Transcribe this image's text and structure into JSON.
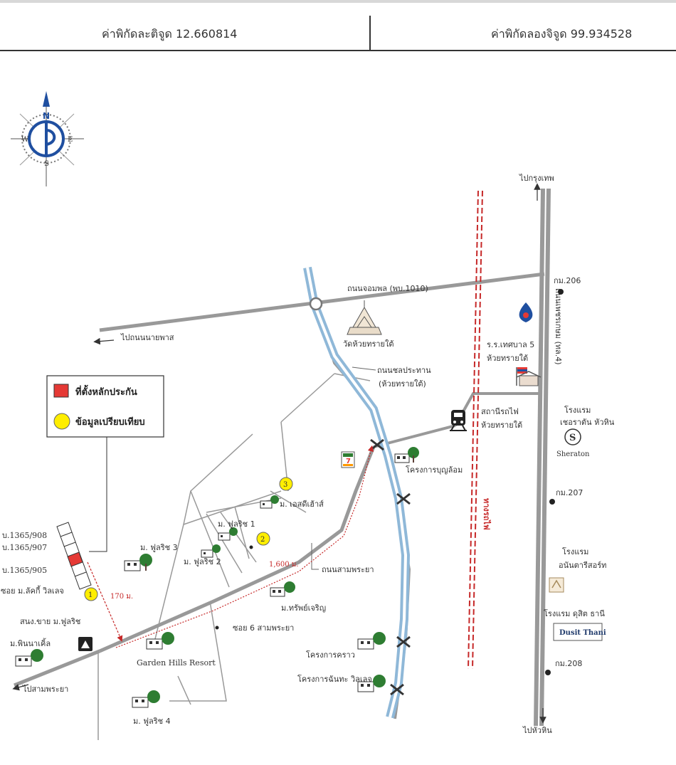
{
  "header": {
    "latitude": "ค่าพิกัดละติจูด 12.660814",
    "longitude": "ค่าพิกัดลองจิจูด 99.934528"
  },
  "compass": {
    "n": "N",
    "s": "S",
    "e": "E",
    "w": "W"
  },
  "legend": {
    "collateral": "ที่ตั้งหลักประกัน",
    "comparison": "ข้อมูลเปรียบเทียบ",
    "collateral_color": "#e53935",
    "comparison_color": "#ffee00"
  },
  "roads": {
    "to_bangkok": "ไปกรุงเทพ",
    "to_hua_hin": "ไปหัวหิน",
    "jompol": "ถนนจอมพล (พบ.1010)",
    "to_naiyapas": "ไปถนนนายพาส",
    "chonprathan": "ถนนชลประทาน",
    "chonprathan_sub": "(ห้วยทรายใต้)",
    "sampraya": "ถนนสามพระยา",
    "to_sampraya": "ไปสามพระยา",
    "soi6": "ซอย 6 สามพระยา",
    "soi_lucky": "ซอย ม.ลัคกี้ วิลเลจ",
    "highway4": "ถนนเพชรเกษม (ทล.4)",
    "railway": "ทางรถไฟ"
  },
  "km": {
    "k206": "กม.206",
    "k207": "กม.207",
    "k208": "กม.208"
  },
  "places": {
    "wat": "วัดห้วยทรายใต้",
    "school1": "ร.ร.เทศบาล 5",
    "school2": "ห้วยทรายใต้",
    "station1": "สถานีรถไฟ",
    "station2": "ห้วยทรายใต้",
    "sheraton1": "โรงแรม",
    "sheraton2": "เชอราตัน หัวหิน",
    "sheraton_logo": "Sheraton",
    "anantara1": "โรงแรม",
    "anantara2": "อนันตารีสอร์ท",
    "dusit1": "โรงแรม ดุสิต ธานี",
    "dusit_logo": "Dusit Thani",
    "boonlom": "โครงการบุญล้อม",
    "esd_house": "ม. เอสดีเฮ้าส์",
    "furich1": "ม. ฟูลริช 1",
    "furich2": "ม. ฟูลริช 2",
    "furich3": "ม. ฟูลริช 3",
    "furich4": "ม. ฟูลริช 4",
    "sapcharoen": "ม.ทรัพย์เจริญ",
    "garden_hills": "Garden Hills Resort",
    "khrao": "โครงการคราว",
    "chantha": "โครงการฉันทะ วิลเลจ",
    "pinnacle": "ม.พินนาเคิ้ล",
    "police": "สนง.ขาย ม.ฟูลริช",
    "seven": "7-ELEVEN"
  },
  "plots": {
    "p908": "บ.1365/908",
    "p907": "บ.1365/907",
    "p905": "บ.1365/905"
  },
  "distances": {
    "d1600": "1,600 ม.",
    "d170": "170 ม."
  },
  "markers": {
    "m1": "1",
    "m2": "2",
    "m3": "3"
  }
}
